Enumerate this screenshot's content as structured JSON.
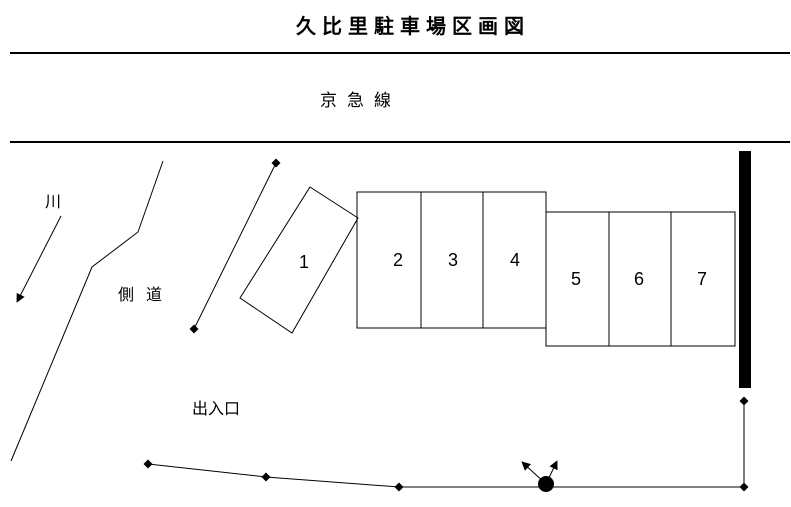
{
  "title": "久比里駐車場区画図",
  "labels": {
    "rail_line": "京急線",
    "river": "川",
    "side_road": "側道",
    "entrance": "出入口"
  },
  "parking_spaces": [
    "1",
    "2",
    "3",
    "4",
    "5",
    "6",
    "7"
  ],
  "colors": {
    "line": "#000000",
    "background": "#ffffff",
    "wall_bar": "#000000"
  }
}
